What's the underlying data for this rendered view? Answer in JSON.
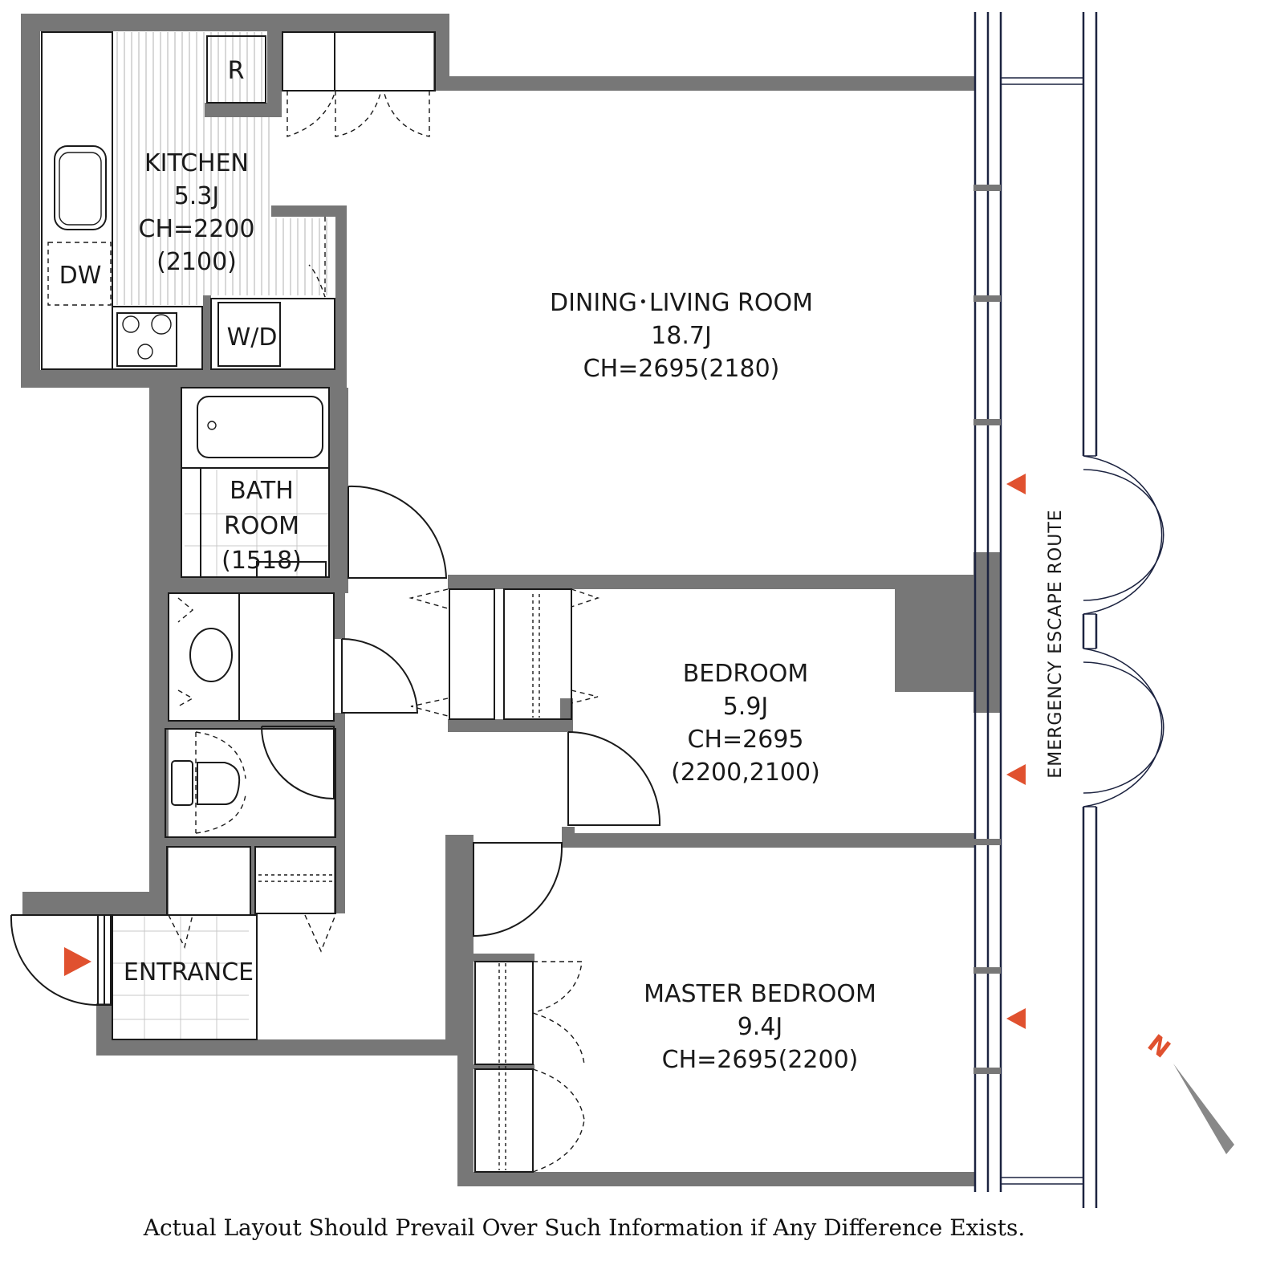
{
  "rooms": {
    "kitchen": {
      "name": "KITCHEN",
      "area": "5.3J",
      "ch": "CH=2200",
      "ch2": "(2100)"
    },
    "dining_living": {
      "name": "DINING･LIVING ROOM",
      "area": "18.7J",
      "ch": "CH=2695(2180)"
    },
    "bathroom": {
      "line1": "BATH",
      "line2": "ROOM",
      "size": "(1518)"
    },
    "bedroom": {
      "name": "BEDROOM",
      "area": "5.9J",
      "ch": "CH=2695",
      "ch2": "(2200,2100)"
    },
    "master_bedroom": {
      "name": "MASTER BEDROOM",
      "area": "9.4J",
      "ch": "CH=2695(2200)"
    },
    "entrance": {
      "name": "ENTRANCE"
    }
  },
  "fixtures": {
    "refrigerator": "R",
    "dishwasher": "DW",
    "washer_dryer": "W/D"
  },
  "escape_route": "EMERGENCY ESCAPE ROUTE",
  "compass": {
    "label": "N"
  },
  "colors": {
    "wall": "#777777",
    "arrow": "#e0512f",
    "outline": "#1c2340"
  },
  "footer_note": "Actual Layout Should Prevail Over Such Information if Any Difference Exists."
}
